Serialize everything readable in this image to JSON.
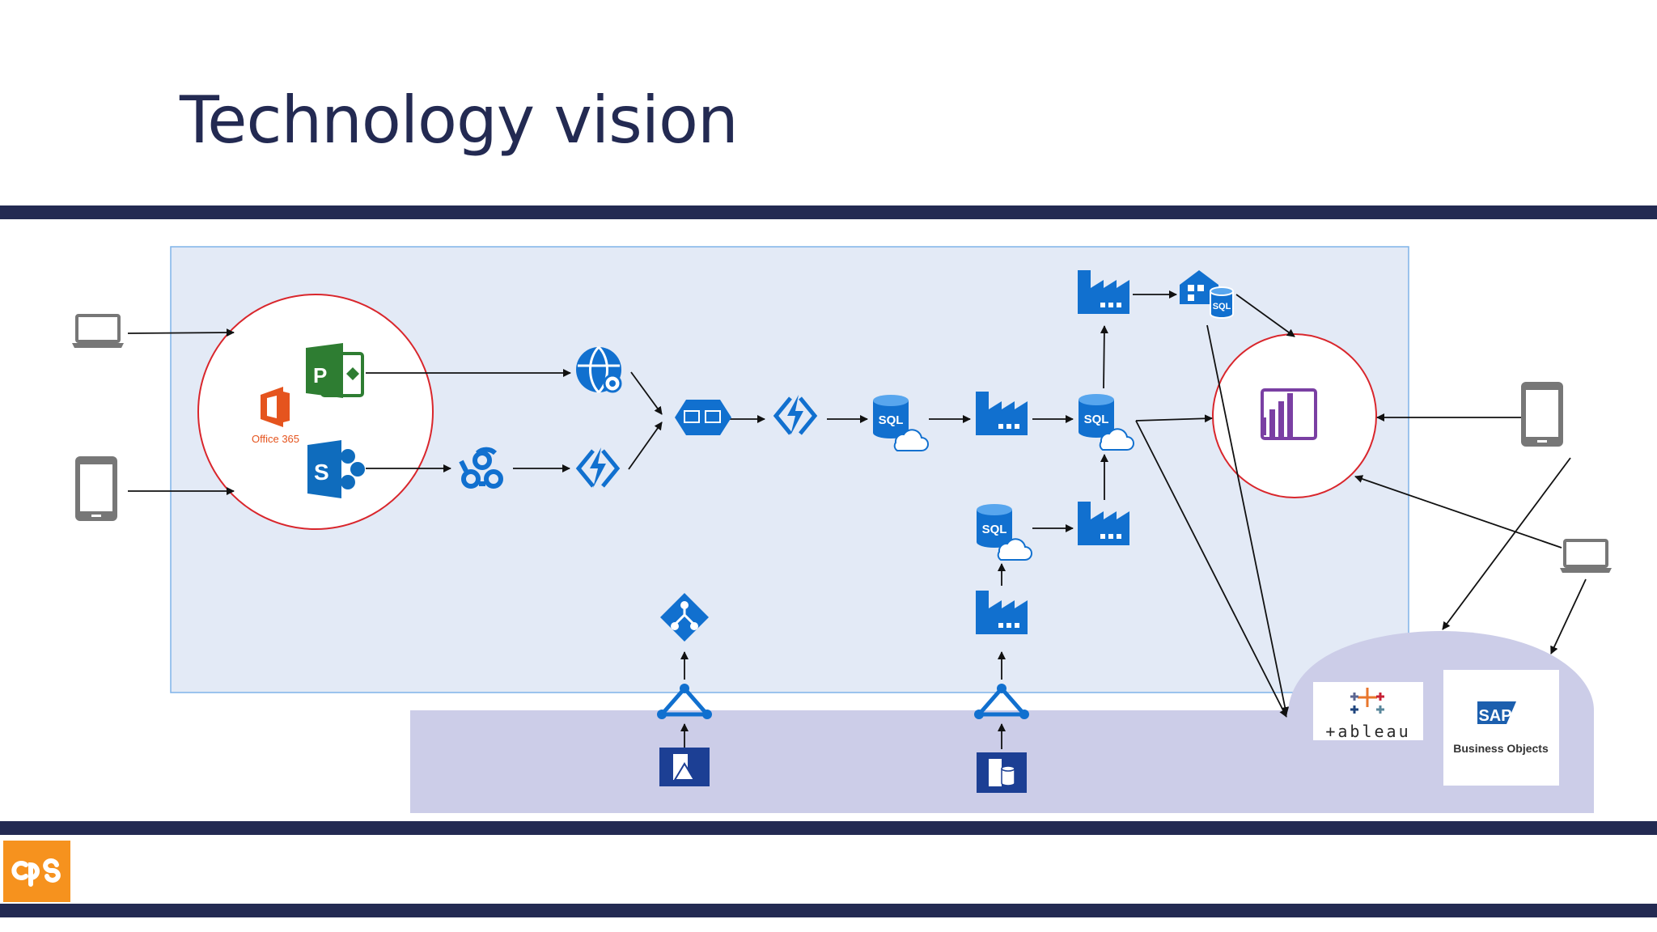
{
  "slide": {
    "title": "Technology vision"
  },
  "nodes": {
    "office365": {
      "label": "Office 365"
    },
    "sql_db": {
      "label": "SQL"
    },
    "tableau": {
      "label": "+ableau"
    },
    "sap": {
      "brand": "SAP",
      "label": "Business Objects"
    }
  },
  "colors": {
    "navy": "#232a52",
    "azure_blue": "#1170cf",
    "cloud_zone": "#e3eaf6",
    "onprem_zone": "#cccde8",
    "highlight_ring": "#d9262c",
    "office_orange": "#e5541e",
    "project_green": "#2e7d32",
    "sharepoint_blue": "#0f6cbd",
    "powerbi_purple": "#7a3fa3",
    "cps_orange": "#f6921e"
  },
  "icons": [
    "laptop-icon",
    "tablet-icon",
    "office-icon",
    "project-icon",
    "sharepoint-icon",
    "webhook-icon",
    "function-icon",
    "web-app-icon",
    "service-bus-icon",
    "sql-database-icon",
    "data-factory-icon",
    "data-warehouse-icon",
    "power-bi-icon",
    "active-directory-icon",
    "gateway-icon",
    "server-icon",
    "database-server-icon",
    "tableau-icon",
    "sap-business-objects-icon",
    "cps-logo"
  ]
}
